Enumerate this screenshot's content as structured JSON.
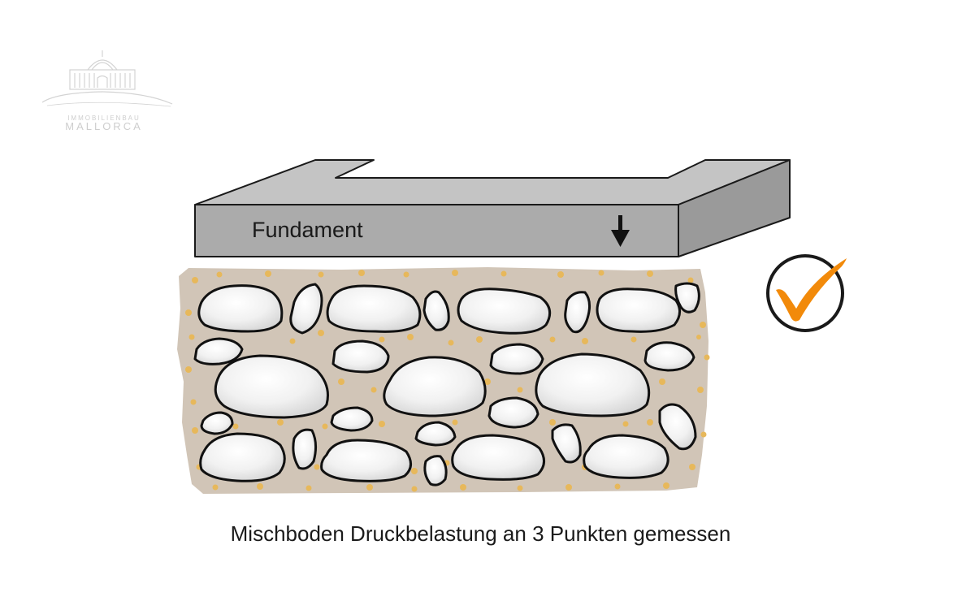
{
  "logo": {
    "line1": "IMMOBILIENBAU",
    "line2": "MALLORCA"
  },
  "diagram": {
    "foundation_label": "Fundament",
    "caption": "Mischboden Druckbelastung an 3 Punkten gemessen"
  },
  "icons": {
    "load_arrow": "down-arrow-icon",
    "checkmark": "checkmark-circle-icon"
  },
  "colors": {
    "foundation_front": "#ababab",
    "foundation_top": "#c4c4c4",
    "foundation_side": "#9a9a9a",
    "soil": "#d1c5b7",
    "soil_dots": "#e7b85b",
    "stones": "#f1f1f1",
    "checkmark": "#f28a0a"
  }
}
